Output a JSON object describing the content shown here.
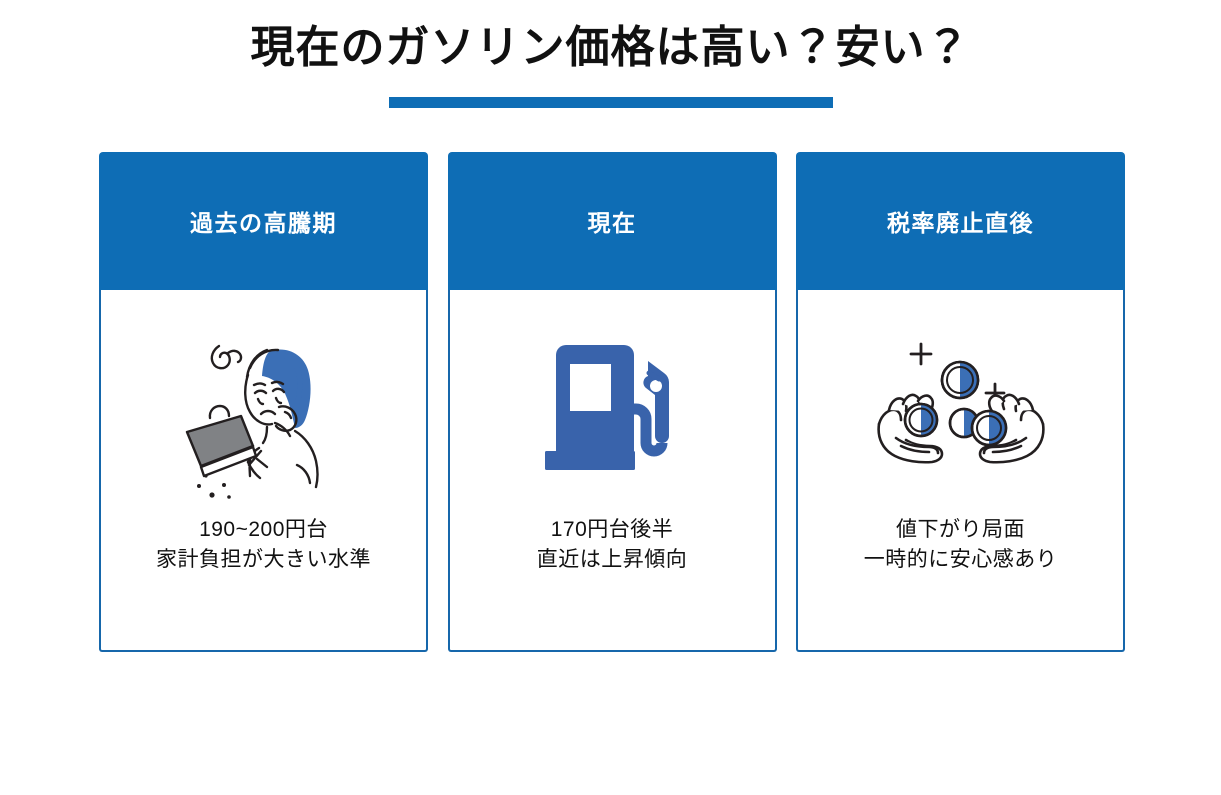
{
  "slide": {
    "background_color": "#ffffff",
    "title": "現在のガソリン価格は高い？安い？",
    "title_underline_color": "#0e6db5",
    "accent_color": "#0e6db5",
    "card_border_color": "#1667ab",
    "text_color": "#111111",
    "icon_blue": "#3963ab",
    "illustration_line_color": "#231f20",
    "illustration_hair_blue": "#3b6fb6",
    "illustration_bag_grey": "#808285"
  },
  "cards": [
    {
      "header": "過去の高騰期",
      "icon": "worried-woman-dropping-wallet-icon",
      "lines": [
        "190~200円台",
        "家計負担が大きい水準"
      ]
    },
    {
      "header": "現在",
      "icon": "gas-pump-icon",
      "lines": [
        "170円台後半",
        "直近は上昇傾向"
      ]
    },
    {
      "header": "税率廃止直後",
      "icon": "hands-catching-coins-icon",
      "lines": [
        "値下がり局面",
        "一時的に安心感あり"
      ]
    }
  ]
}
